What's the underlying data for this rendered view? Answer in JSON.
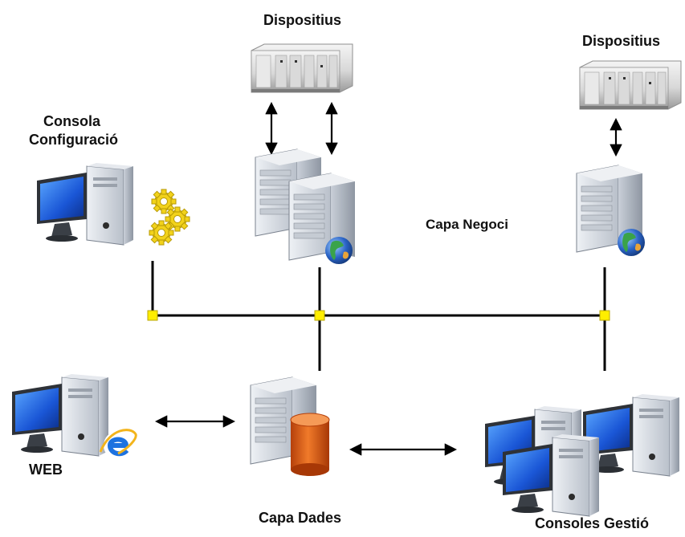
{
  "labels": {
    "devices_top": "Dispositius",
    "devices_right": "Dispositius",
    "console_config_line1": "Consola",
    "console_config_line2": "Configuració",
    "business_layer": "Capa Negoci",
    "web": "WEB",
    "data_layer": "Capa Dades",
    "management_consoles": "Consoles Gestió"
  },
  "colors": {
    "bus_line": "#000000",
    "junction": "#ffee00",
    "monitor_screen": "#1f5fd8",
    "server_body": "#d6dbe2",
    "database": "#e8621a",
    "gear": "#f2d21b",
    "globe_blue": "#2a63c6",
    "globe_green": "#3aa34a"
  },
  "icons": {
    "console_pc": "desktop-computer-icon",
    "gears": "gears-icon",
    "web_pc": "desktop-computer-icon",
    "ie": "internet-explorer-icon",
    "db": "database-icon",
    "server": "server-icon",
    "plc": "plc-device-icon",
    "globe": "globe-icon"
  }
}
